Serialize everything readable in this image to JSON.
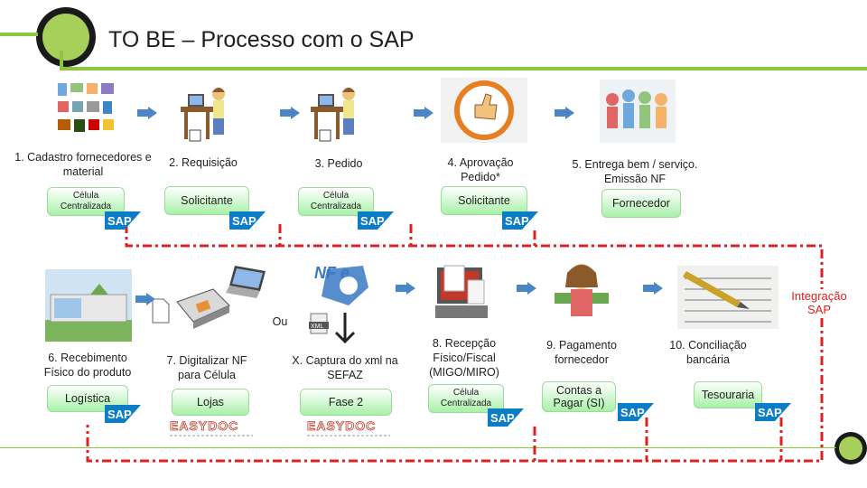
{
  "title": "TO BE – Processo com o SAP",
  "colors": {
    "accent_green": "#8cc63f",
    "flow_red": "#e02020",
    "arrow_blue": "#4a86c5",
    "sap_blue": "#0b7dc6"
  },
  "top_row": [
    {
      "label": "1. Cadastro fornecedores e material",
      "actor": "Célula Centralizada"
    },
    {
      "label": "2. Requisição",
      "actor": "Solicitante"
    },
    {
      "label": "3. Pedido",
      "actor": "Célula Centralizada"
    },
    {
      "label": "4. Aprovação Pedido*",
      "actor": "Solicitante"
    },
    {
      "label": "5. Entrega bem / serviço. Emissão NF",
      "actor": "Fornecedor"
    }
  ],
  "bottom_row": [
    {
      "label": "6. Recebimento Físico do produto",
      "actor": "Logística"
    },
    {
      "label": "7. Digitalizar NF para Célula",
      "actor": "Lojas"
    },
    {
      "label": "X. Captura do xml na SEFAZ",
      "actor": "Fase 2"
    },
    {
      "label": "8. Recepção Físico/Fiscal (MIGO/MIRO)",
      "actor": "Célula Centralizada"
    },
    {
      "label": "9. Pagamento fornecedor",
      "actor": "Contas a Pagar (SI)"
    },
    {
      "label": "10. Conciliação bancária",
      "actor": "Tesouraria"
    }
  ],
  "ou_label": "Ou",
  "integration_label": "Integração SAP",
  "sap_logo_text": "SAP",
  "easydoc_text": "EASYDOC",
  "nfe_text": "NF e",
  "xml_text": "XML",
  "icons": [
    "paper-icon",
    "scanner-icon",
    "laptop-icon",
    "nfe-logo-icon",
    "xml-file-icon"
  ]
}
